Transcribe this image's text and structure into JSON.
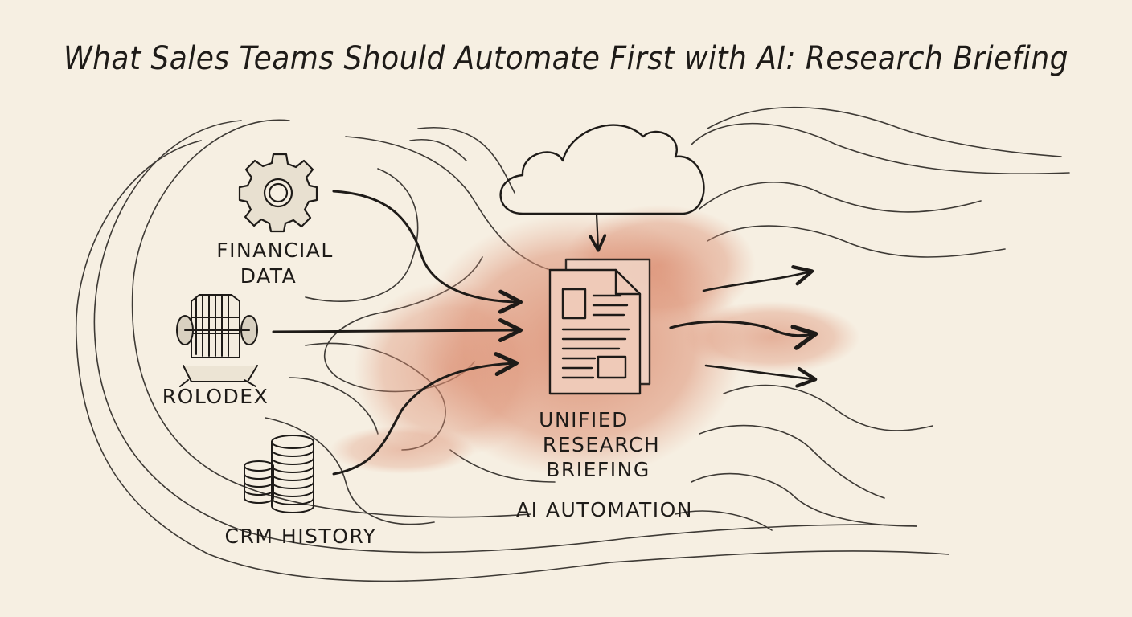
{
  "title": "What Sales Teams Should Automate First with AI: Research Briefing",
  "sources": [
    {
      "icon": "gear-icon",
      "lines": [
        "FINANCIAL",
        "DATA"
      ]
    },
    {
      "icon": "rolodex-icon",
      "lines": [
        "ROLODEX"
      ]
    },
    {
      "icon": "coin-stack-icon",
      "lines": [
        "CRM HISTORY"
      ]
    }
  ],
  "hub": {
    "icon": "document-icon",
    "lines": [
      "UNIFIED",
      "RESEARCH",
      "BRIEFING"
    ],
    "caption": "AI AUTOMATION"
  },
  "top_icon": "cloud-icon",
  "colors": {
    "paper": "#f6efe2",
    "ink": "#1e1b18",
    "accent_wash": "#d9876a"
  }
}
